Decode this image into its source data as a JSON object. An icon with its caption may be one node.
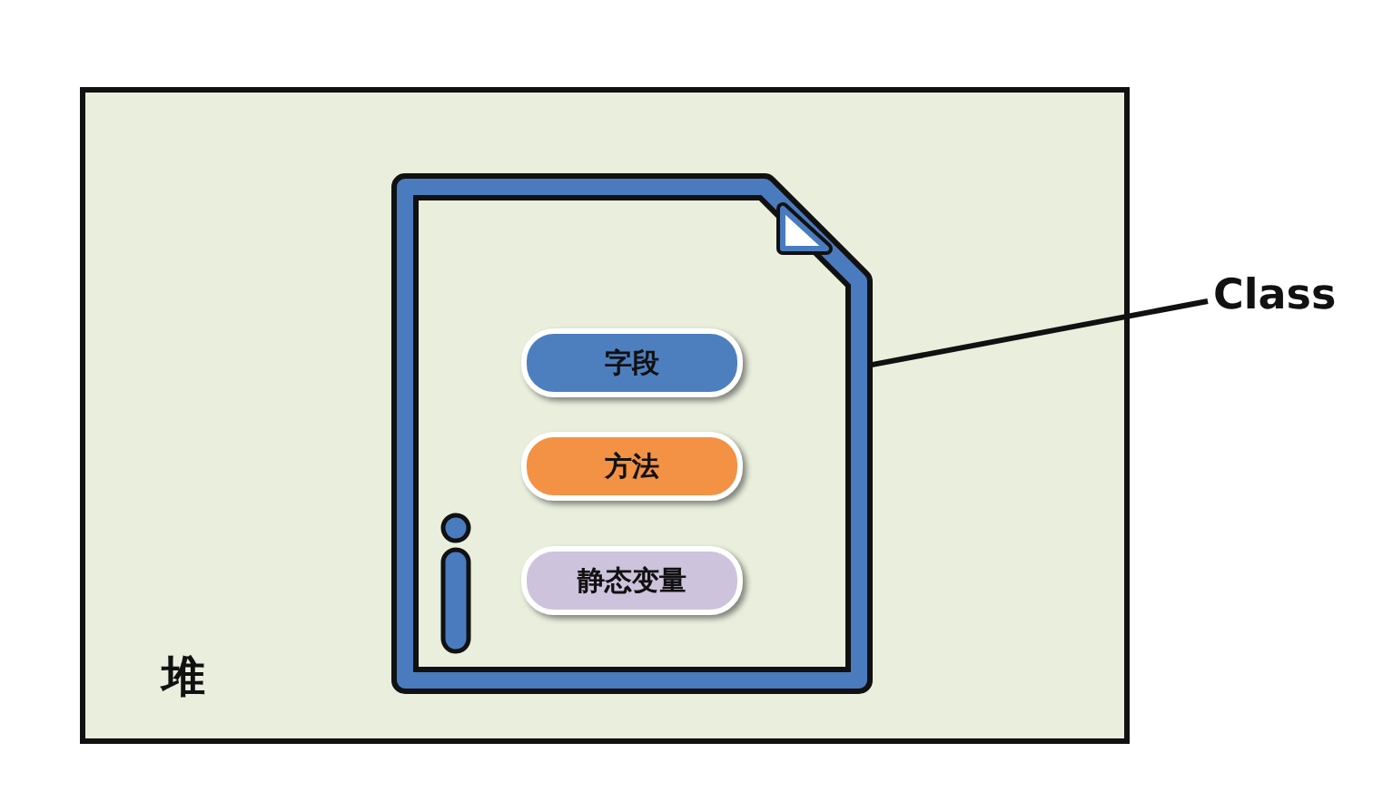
{
  "diagram": {
    "nodes": [
      {
        "text": [
          "堆"
        ]
      },
      {
        "text": [],
        "shape": "document",
        "in": 0
      },
      {
        "text": [
          "字段"
        ],
        "in": 1
      },
      {
        "text": [
          "方法"
        ],
        "in": 1
      },
      {
        "text": [
          "静态变量"
        ],
        "in": 1
      },
      {
        "text": [
          "Class"
        ]
      }
    ],
    "edges": [
      {
        "from": 5,
        "to": 1,
        "arrow": "none"
      }
    ]
  }
}
